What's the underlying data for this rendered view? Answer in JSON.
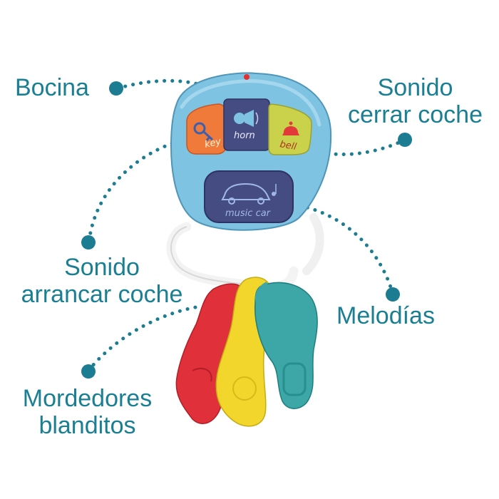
{
  "callouts": {
    "horn": "Bocina",
    "lock_sound": [
      "Sonido",
      "cerrar coche"
    ],
    "start_sound": [
      "Sonido",
      "arrancar coche"
    ],
    "melodies": "Melodías",
    "teethers": [
      "Mordedores",
      "blanditos"
    ]
  },
  "toy": {
    "buttons": {
      "key": "key",
      "horn": "horn",
      "bell": "bell",
      "music": "music car"
    },
    "icons": [
      "key-icon",
      "horn-icon",
      "bell-icon",
      "car-icon",
      "music-note-icon"
    ]
  },
  "colors": {
    "label": "#1a7f93",
    "dot": "#1c7d92",
    "body": "#7ec3e1",
    "orange_button": "#f07a3a",
    "navy_button": "#454c82",
    "yellow_button": "#c9d24a",
    "red_teether": "#e0303a",
    "yellow_teether": "#f2d62c",
    "teal_teether": "#3ca7a6"
  }
}
